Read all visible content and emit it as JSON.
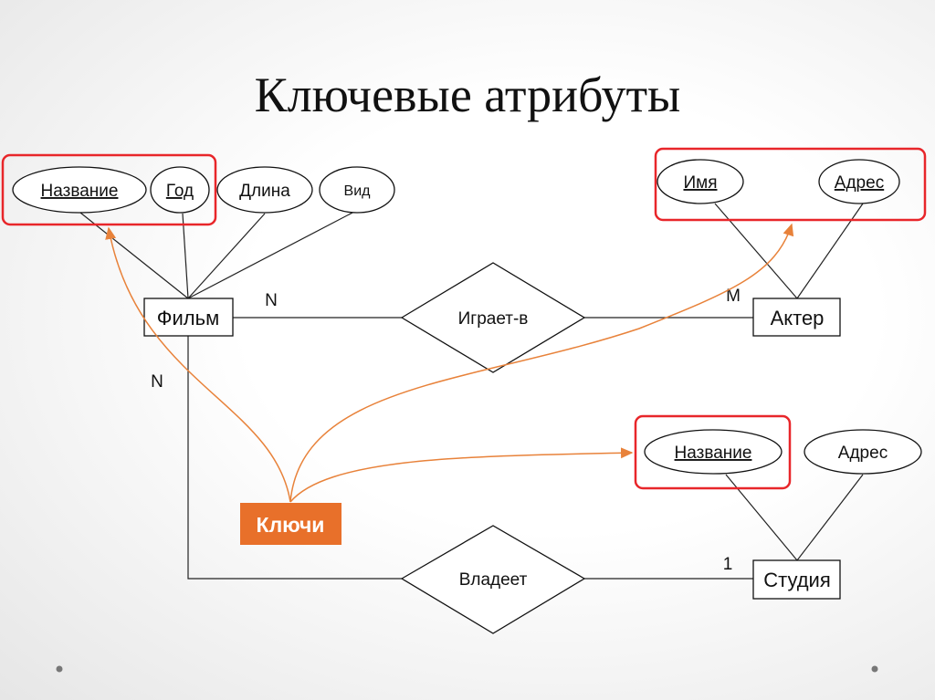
{
  "title": "Ключевые атрибуты",
  "entities": {
    "film": "Фильм",
    "actor": "Актер",
    "studio": "Студия"
  },
  "relationships": {
    "plays_in": "Играет-в",
    "owns": "Владеет"
  },
  "film_attributes": [
    "Название",
    "Год",
    "Длина",
    "Вид"
  ],
  "actor_attributes": [
    "Имя",
    "Адрес"
  ],
  "studio_attributes": [
    "Название",
    "Адрес"
  ],
  "cardinalities": {
    "film_plays": "N",
    "actor_plays": "M",
    "film_owns": "N",
    "studio_owns": "1"
  },
  "keys_label": "Ключи",
  "colors": {
    "key_box": "#e8262a",
    "keys_accent": "#e8702a"
  }
}
